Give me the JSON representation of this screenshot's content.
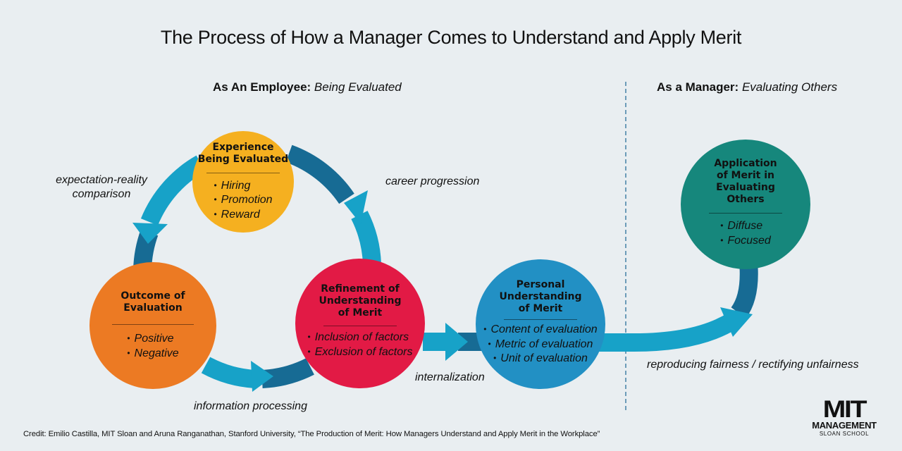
{
  "title": "The Process of How a Manager Comes to Understand and Apply Merit",
  "sections": {
    "employee": {
      "bold": "As An Employee:",
      "italic": "Being Evaluated"
    },
    "manager": {
      "bold": "As a Manager:",
      "italic": "Evaluating Others"
    }
  },
  "colors": {
    "background": "#e9eef1",
    "arrow_light": "#17a2c8",
    "arrow_dark": "#176b94",
    "divider": "#2a6f9a",
    "experience": "#f5b020",
    "outcome": "#ec7a23",
    "refinement": "#e21a45",
    "personal": "#2290c4",
    "application": "#16877c"
  },
  "nodes": {
    "experience": {
      "title_lines": [
        "Experience",
        "Being Evaluated"
      ],
      "items": [
        "Hiring",
        "Promotion",
        "Reward"
      ]
    },
    "outcome": {
      "title_lines": [
        "Outcome of",
        "Evaluation"
      ],
      "items": [
        "Positive",
        "Negative"
      ]
    },
    "refinement": {
      "title_lines": [
        "Refinement of",
        "Understanding",
        "of Merit"
      ],
      "items": [
        "Inclusion of factors",
        "Exclusion of factors"
      ]
    },
    "personal": {
      "title_lines": [
        "Personal",
        "Understanding",
        "of Merit"
      ],
      "items": [
        "Content of evaluation",
        "Metric of evaluation",
        "Unit of evaluation"
      ]
    },
    "application": {
      "title_lines": [
        "Application",
        "of Merit in",
        "Evaluating",
        "Others"
      ],
      "items": [
        "Diffuse",
        "Focused"
      ]
    }
  },
  "flow_labels": {
    "expectation": [
      "expectation-reality",
      "comparison"
    ],
    "career": "career progression",
    "information": "information processing",
    "internalization": "internalization",
    "fairness": "reproducing fairness / rectifying unfairness"
  },
  "credit": "Credit: Emilio Castilla, MIT Sloan and Aruna Ranganathan, Stanford University, “The Production of Merit: How Managers Understand and Apply Merit in the Workplace”",
  "logo": {
    "mit": "MIT",
    "management": "MANAGEMENT",
    "school": "SLOAN SCHOOL"
  }
}
